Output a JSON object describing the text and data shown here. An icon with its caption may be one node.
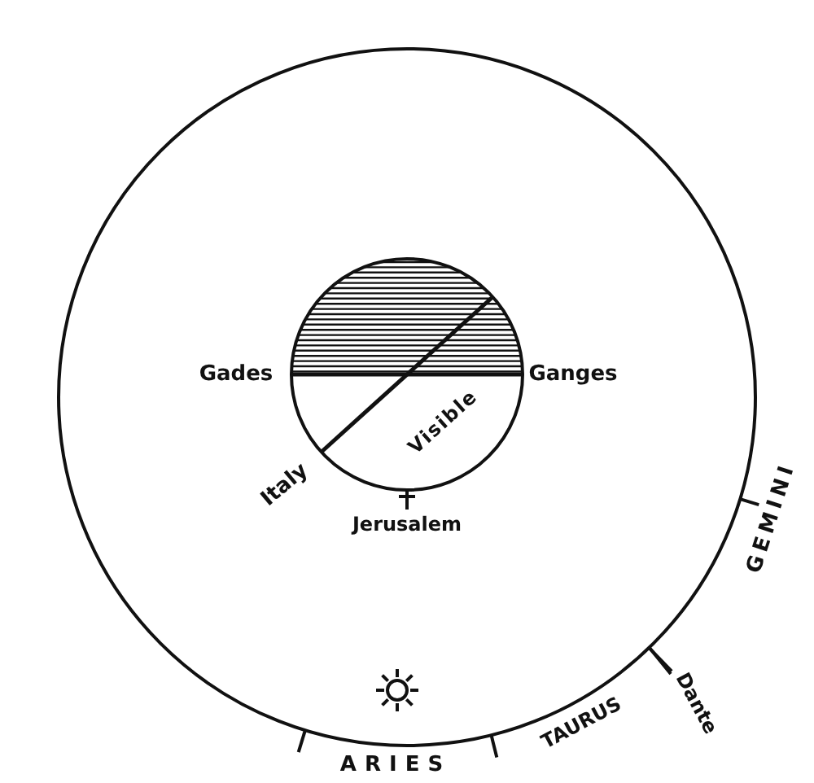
{
  "diagram": {
    "labels": [
      "Gades",
      "Ganges",
      "Visible",
      "Italy",
      "Jerusalem",
      "GEMINI",
      "TAURUS",
      "Dante",
      "ARIES"
    ]
  }
}
